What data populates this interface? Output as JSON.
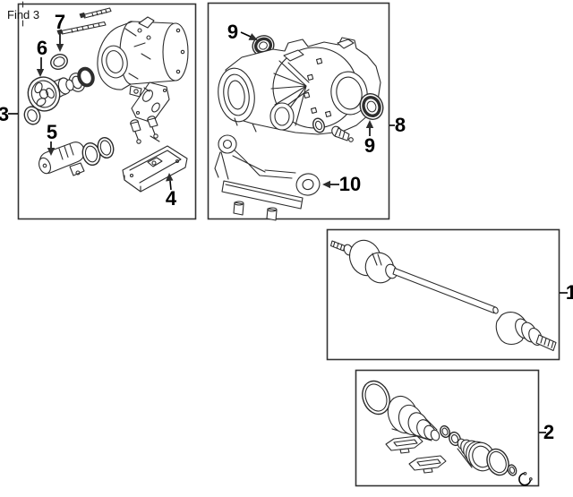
{
  "find": {
    "label": "Find 3"
  },
  "diagram": {
    "type": "exploded-parts-diagram",
    "colors": {
      "line": "#2b2b2b",
      "background": "#ffffff",
      "label": "#000000",
      "panel_border": "#333333"
    },
    "callouts": {
      "c1": "1",
      "c2": "2",
      "c3": "3",
      "c4": "4",
      "c5": "5",
      "c6": "6",
      "c7": "7",
      "c8": "8",
      "c9a": "9",
      "c9b": "9",
      "c10": "10"
    },
    "panels": [
      {
        "id": "panel-top-left",
        "callouts": [
          "3",
          "4",
          "5",
          "6",
          "7"
        ]
      },
      {
        "id": "panel-top-middle",
        "callouts": [
          "8",
          "9",
          "9",
          "10"
        ]
      },
      {
        "id": "panel-middle-right",
        "callouts": [
          "1"
        ]
      },
      {
        "id": "panel-bottom-right",
        "callouts": [
          "2"
        ]
      }
    ]
  }
}
